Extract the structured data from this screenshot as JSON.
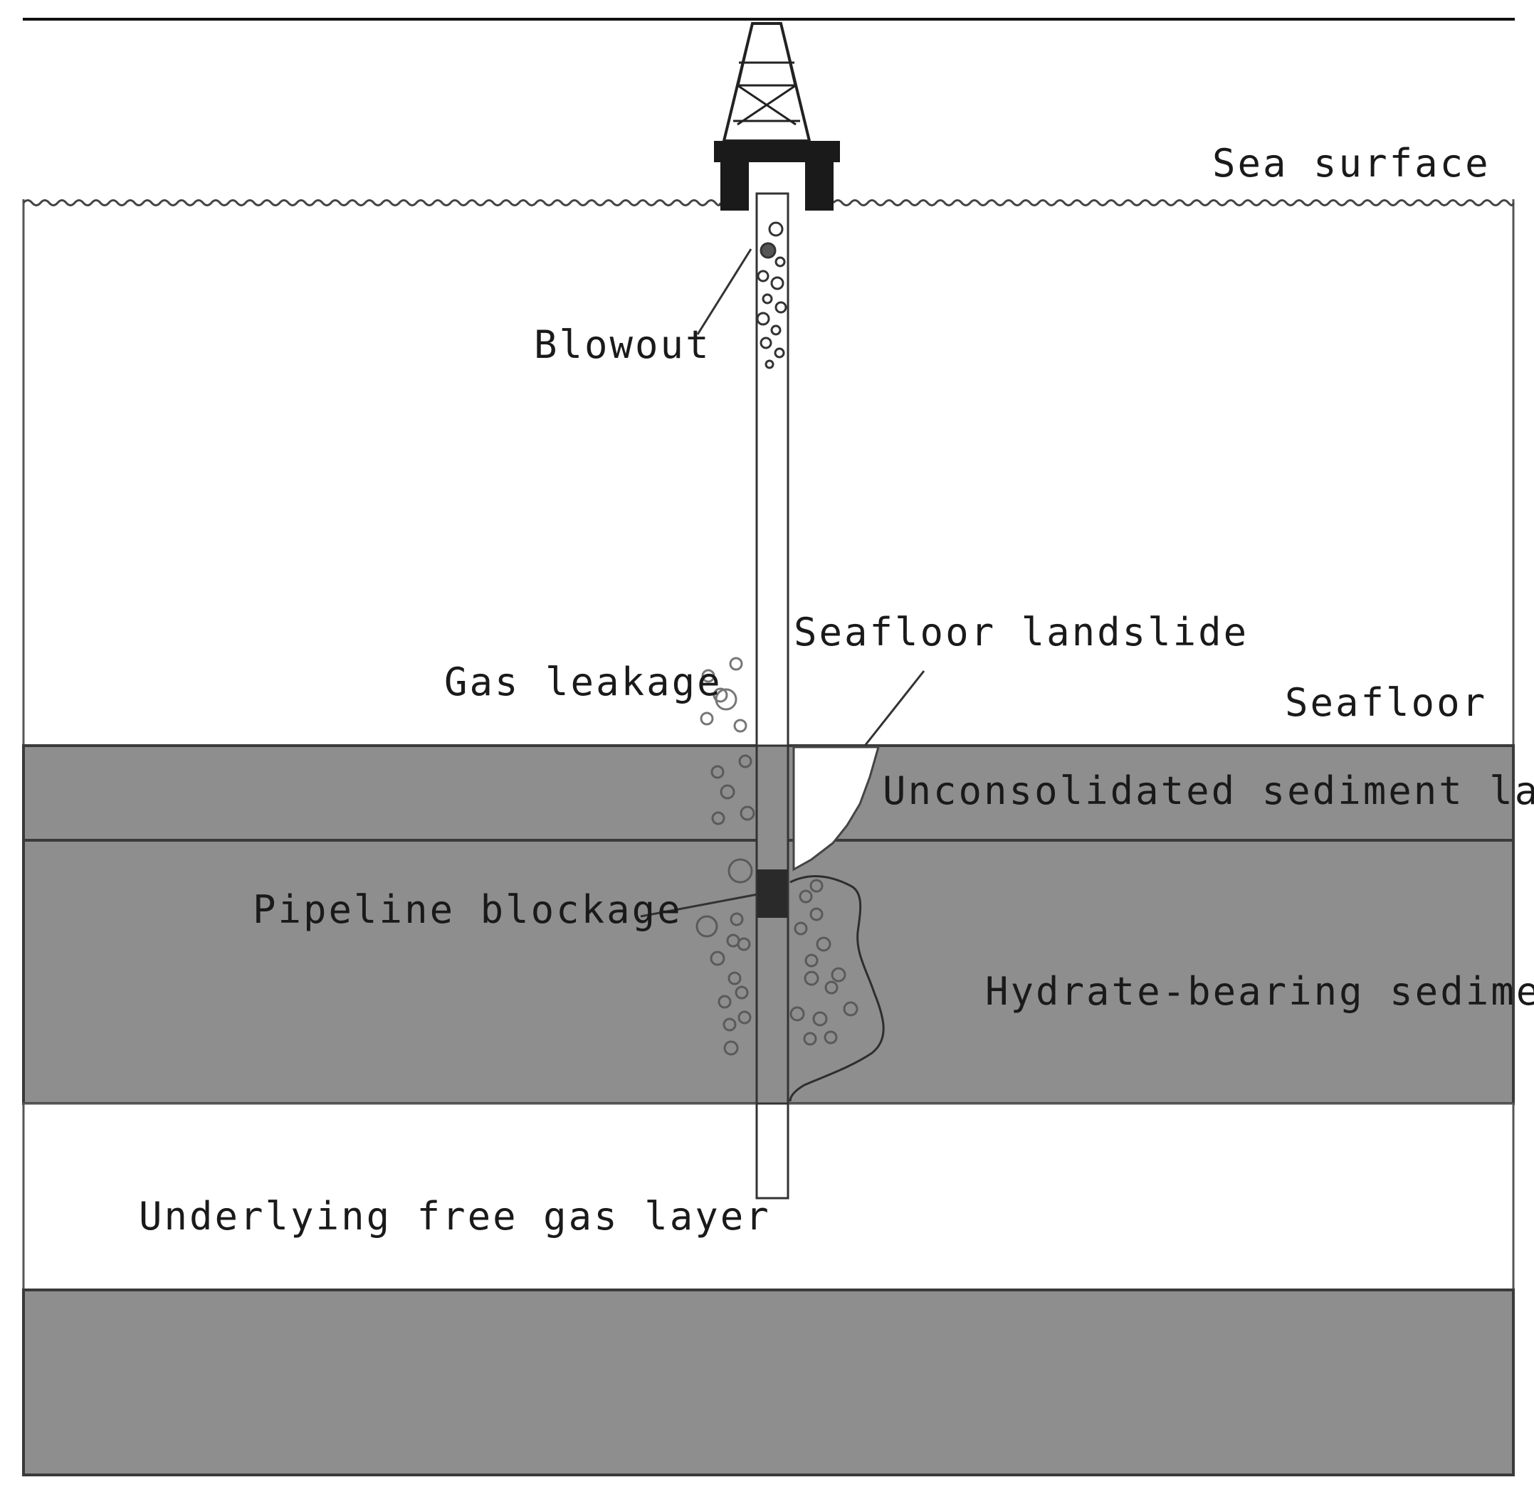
{
  "labels": {
    "sea_surface": "Sea surface",
    "blowout": "Blowout",
    "seafloor_landslide": "Seafloor landslide",
    "gas_leakage": "Gas leakage",
    "seafloor": "Seafloor",
    "unconsolidated_layer": "Unconsolidated sediment layer",
    "pipeline_blockage": "Pipeline blockage",
    "hydrate_sediment": "Hydrate-bearing sediment",
    "free_gas_layer": "Underlying free gas layer"
  },
  "colors": {
    "sediment": "#8e8e8e",
    "outline": "#3a3a3a",
    "water": "#ffffff",
    "rig": "#1a1a1a"
  }
}
